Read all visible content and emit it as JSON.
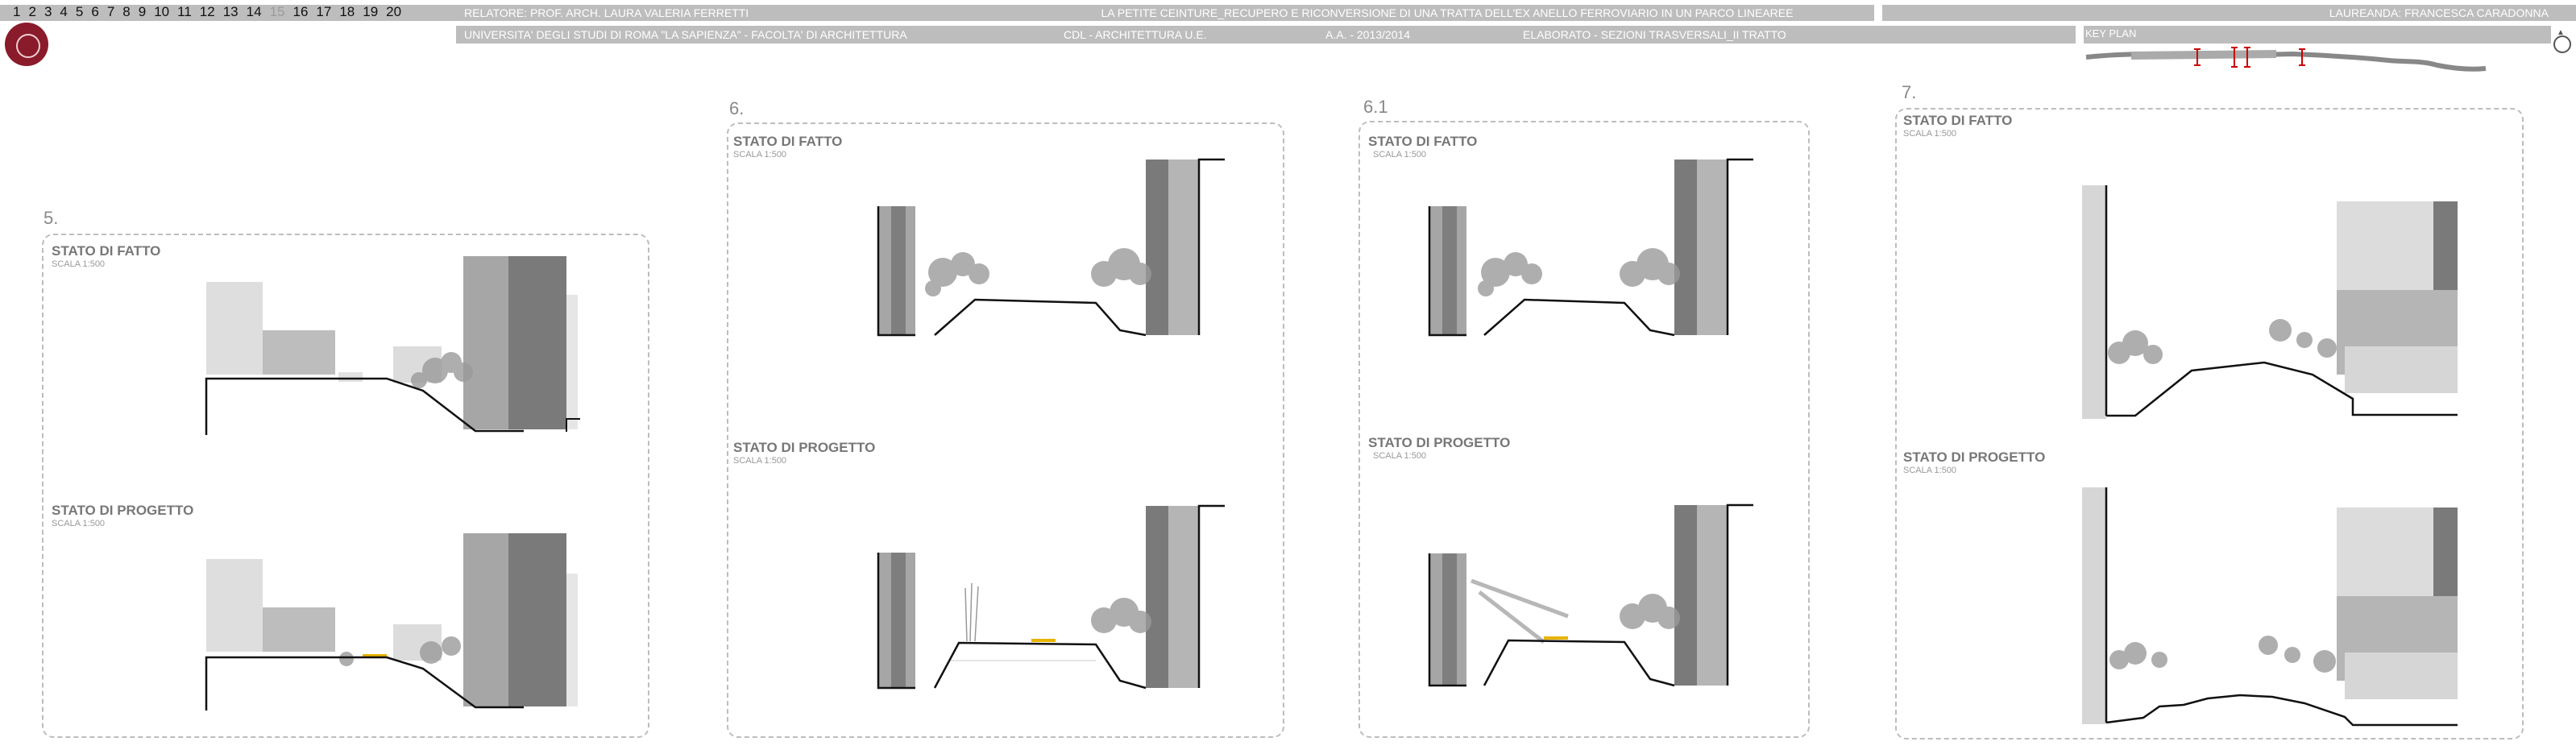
{
  "header": {
    "pages": [
      "1",
      "2",
      "3",
      "4",
      "5",
      "6",
      "7",
      "8",
      "9",
      "10",
      "11",
      "12",
      "13",
      "14",
      "15",
      "16",
      "17",
      "18",
      "19",
      "20"
    ],
    "active_page": "15",
    "relatore": "RELATORE: PROF. ARCH. LAURA VALERIA FERRETTI",
    "title": "LA PETITE CEINTURE_RECUPERO E RICONVERSIONE DI UNA TRATTA DELL'EX ANELLO FERROVIARIO IN UN PARCO LINEAREE",
    "laureanda": "LAUREANDA: FRANCESCA CARADONNA",
    "university": "UNIVERSITA' DEGLI STUDI DI ROMA \"LA SAPIENZA\"  -  FACOLTA' DI ARCHITETTURA",
    "course": "CDL - ARCHITETTURA U.E.",
    "year": "A.A. -  2013/2014",
    "elaborato": "ELABORATO    -    SEZIONI TRASVERSALI_II TRATTO",
    "keyplan": "KEY PLAN"
  },
  "sections": [
    {
      "number": "5.",
      "fatto": "STATO DI FATTO",
      "fatto_scale": "SCALA 1:500",
      "progetto": "STATO DI PROGETTO",
      "progetto_scale": "SCALA 1:500"
    },
    {
      "number": "6.",
      "fatto": "STATO DI FATTO",
      "fatto_scale": "SCALA 1:500",
      "progetto": "STATO DI PROGETTO",
      "progetto_scale": "SCALA 1:500"
    },
    {
      "number": "6.1",
      "fatto": "STATO DI FATTO",
      "fatto_scale": "SCALA 1:500",
      "progetto": "STATO DI PROGETTO",
      "progetto_scale": "SCALA 1:500"
    },
    {
      "number": "7.",
      "fatto": "STATO DI FATTO",
      "fatto_scale": "SCALA 1:500",
      "progetto": "STATO DI PROGETTO",
      "progetto_scale": "SCALA 1:500"
    }
  ]
}
